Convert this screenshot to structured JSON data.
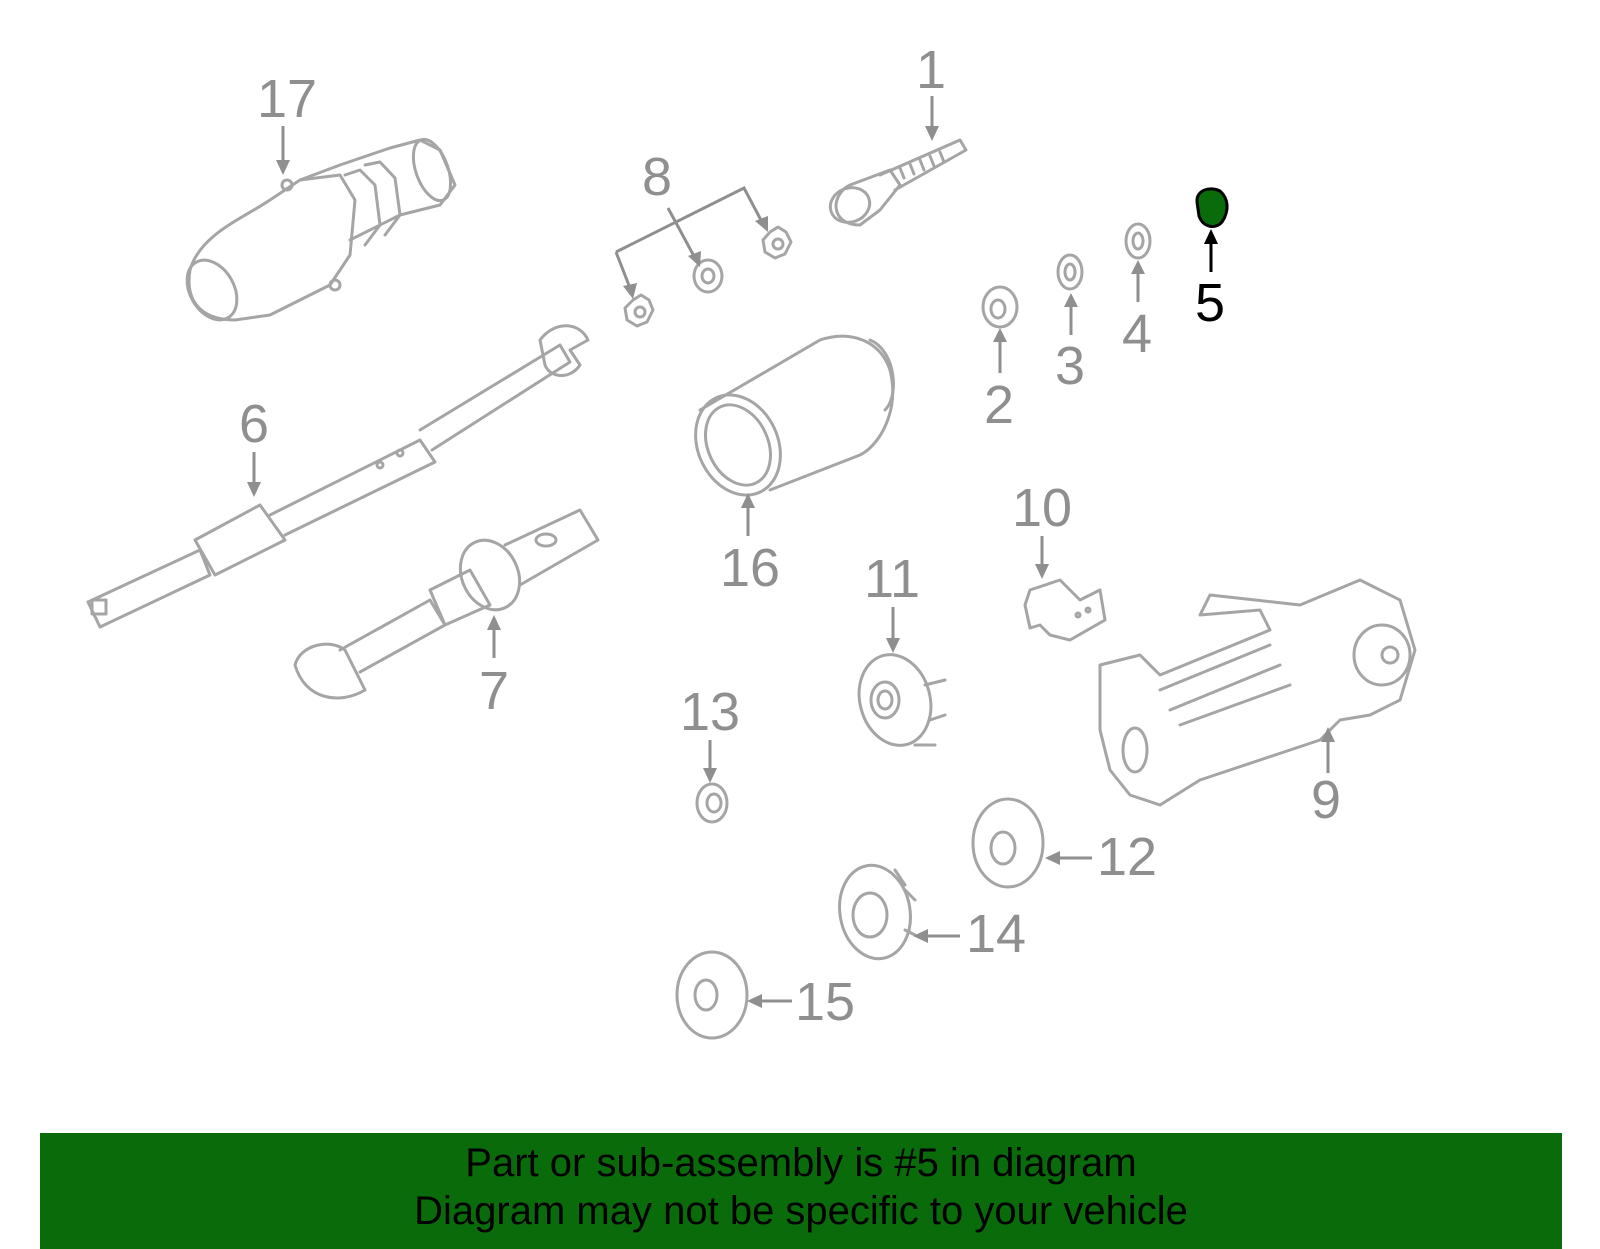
{
  "diagram": {
    "callouts": [
      {
        "number": "1"
      },
      {
        "number": "2"
      },
      {
        "number": "3"
      },
      {
        "number": "4"
      },
      {
        "number": "5"
      },
      {
        "number": "6"
      },
      {
        "number": "7"
      },
      {
        "number": "8"
      },
      {
        "number": "9"
      },
      {
        "number": "10"
      },
      {
        "number": "11"
      },
      {
        "number": "12"
      },
      {
        "number": "13"
      },
      {
        "number": "14"
      },
      {
        "number": "15"
      },
      {
        "number": "16"
      },
      {
        "number": "17"
      }
    ],
    "highlighted_part": "5",
    "colors": {
      "highlight_fill": "#0a6b0a",
      "part_stroke": "#a5a5a5",
      "callout_text": "#8f8f8f",
      "banner_bg": "#0a6b0a"
    }
  },
  "banner": {
    "line1": "Part or sub-assembly is #5 in diagram",
    "line2": "Diagram may not be specific to your vehicle"
  }
}
